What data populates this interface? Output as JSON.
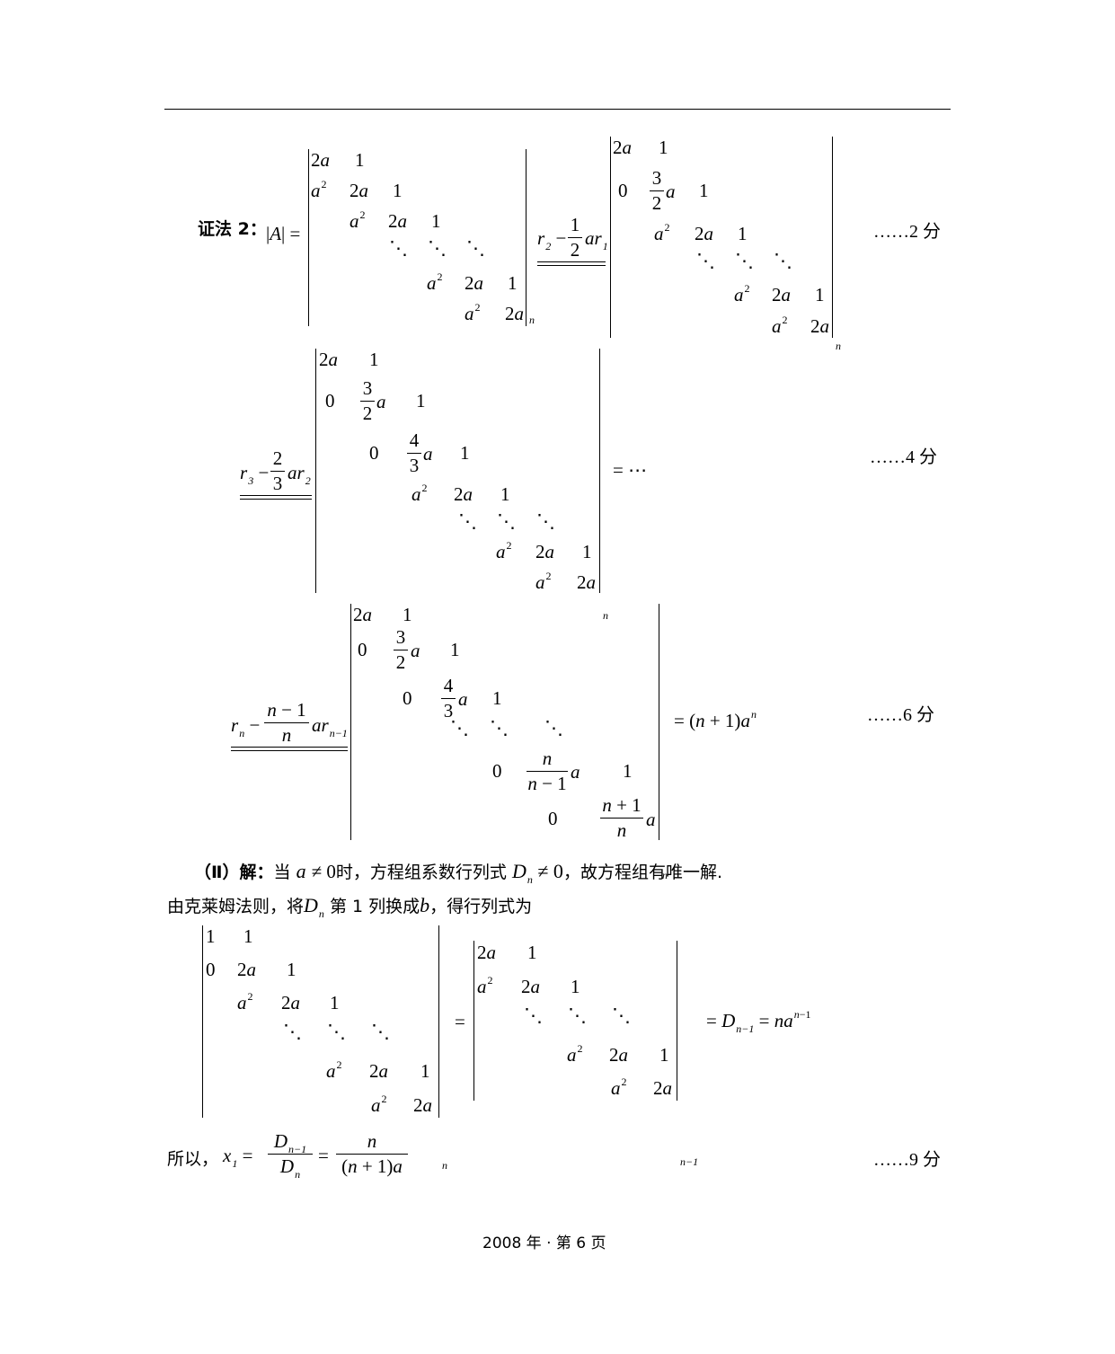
{
  "proof_label": "证法 2：",
  "score_2": "……2 分",
  "score_4": "……4 分",
  "score_6": "……6 分",
  "score_9": "……9 分",
  "part2_label": "（Ⅱ）解：",
  "part2_text_a": "当",
  "part2_text_b": "时，方程组系数行列式",
  "part2_text_c": "，故方程组有唯一解.",
  "cramer_text_a": "由克莱姆法则，将",
  "cramer_text_b": "第 1 列换成",
  "cramer_text_c": "，得行列式为",
  "conclusion_label": "所以，",
  "footer": "2008 年 · 第 6 页"
}
